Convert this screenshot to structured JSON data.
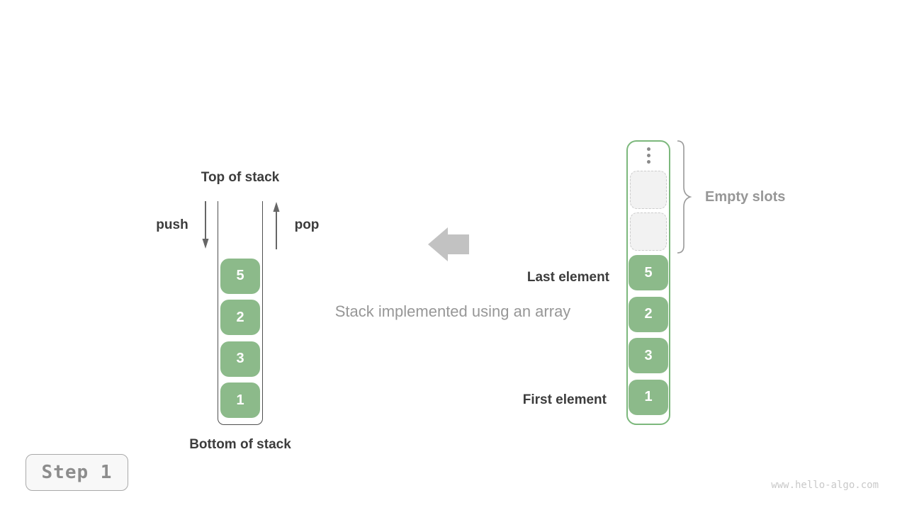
{
  "page": {
    "watermark": "www.hello-algo.com"
  },
  "step_badge": {
    "label": "Step 1"
  },
  "stack_view": {
    "top_label": "Top of stack",
    "bottom_label": "Bottom of stack",
    "push_label": "push",
    "pop_label": "pop",
    "values": [
      "5",
      "2",
      "3",
      "1"
    ]
  },
  "caption": {
    "text": "Stack implemented using an array"
  },
  "array_view": {
    "empty_slots_label": "Empty slots",
    "last_element_label": "Last element",
    "first_element_label": "First element",
    "empty_slot_count": 2,
    "values": [
      "5",
      "2",
      "3",
      "1"
    ]
  },
  "colors": {
    "cell-green": "#8cba8a",
    "array-border-green": "#7cb87c",
    "dark-text": "#3c3c3c",
    "muted-text": "#979797",
    "arrow-gray": "#c2c2c2",
    "stack-outline": "#4f4f4f",
    "slot-bg": "#f2f2f2",
    "slot-border": "#cccccc",
    "badge-bg": "#f8f8f8",
    "badge-border": "#a9a9a9",
    "badge-text": "#8d8d8d",
    "watermark-text": "#c9c9c9",
    "brace-gray": "#999999",
    "push-pop-arrow": "#666666"
  }
}
